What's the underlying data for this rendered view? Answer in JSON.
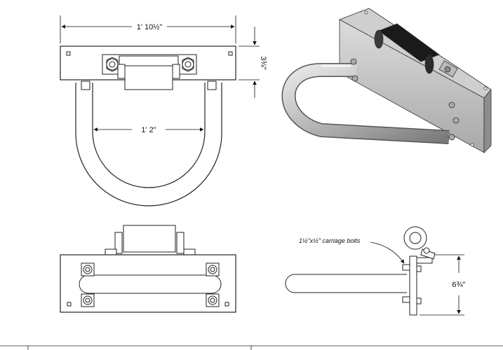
{
  "drawing": {
    "top_view": {
      "overall_width": "1' 10½\"",
      "inner_width": "1' 2\"",
      "plate_height": "3¾\""
    },
    "side_view": {
      "bolt_callout": "1½\"x½\" carriage bolts",
      "overall_height": "6¾\""
    }
  }
}
